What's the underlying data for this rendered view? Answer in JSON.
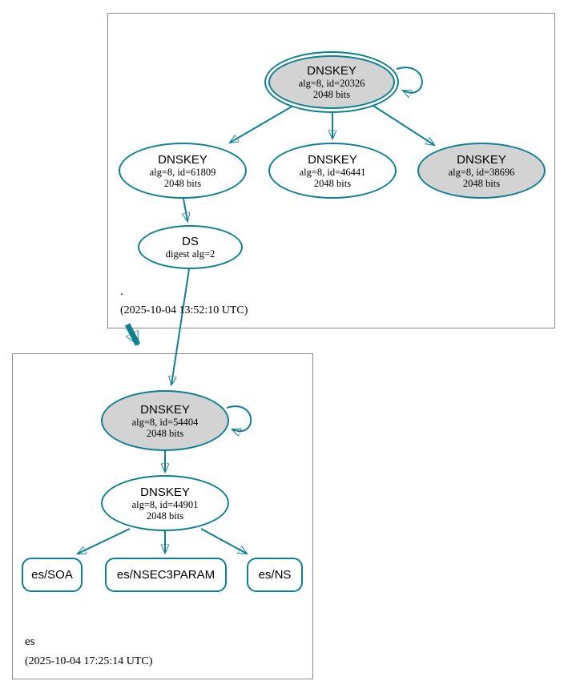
{
  "colors": {
    "edge_teal": "#0e8191",
    "ksk_fill_gray": "#d3d3d3",
    "node_fill_white": "#ffffff",
    "zone_box_border": "#8a8a8a",
    "text": "#000000"
  },
  "zones": {
    "root": {
      "name": ".",
      "timestamp": "(2025-10-04 13:52:10 UTC)"
    },
    "es": {
      "name": "es",
      "timestamp": "(2025-10-04 17:25:14 UTC)"
    }
  },
  "nodes": {
    "dnskey_20326": {
      "title": "DNSKEY",
      "detail1": "alg=8, id=20326",
      "detail2": "2048 bits"
    },
    "dnskey_61809": {
      "title": "DNSKEY",
      "detail1": "alg=8, id=61809",
      "detail2": "2048 bits"
    },
    "dnskey_46441": {
      "title": "DNSKEY",
      "detail1": "alg=8, id=46441",
      "detail2": "2048 bits"
    },
    "dnskey_38696": {
      "title": "DNSKEY",
      "detail1": "alg=8, id=38696",
      "detail2": "2048 bits"
    },
    "ds_root": {
      "title": "DS",
      "detail1": "digest alg=2"
    },
    "dnskey_54404": {
      "title": "DNSKEY",
      "detail1": "alg=8, id=54404",
      "detail2": "2048 bits"
    },
    "dnskey_44901": {
      "title": "DNSKEY",
      "detail1": "alg=8, id=44901",
      "detail2": "2048 bits"
    },
    "rrset_soa": {
      "label": "es/SOA"
    },
    "rrset_nsec3param": {
      "label": "es/NSEC3PARAM"
    },
    "rrset_ns": {
      "label": "es/NS"
    }
  }
}
